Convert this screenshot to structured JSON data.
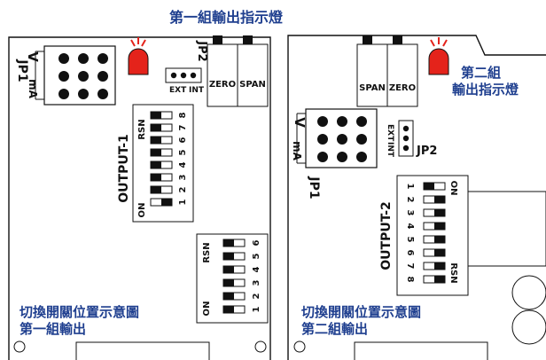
{
  "header": {
    "group1_title": "第一組輸出指示燈"
  },
  "board1": {
    "jp1_label": "JP1",
    "v_label": "V",
    "ma_label": "mA",
    "jp2_label": "JP2",
    "ext_label": "EXT",
    "int_label": "INT",
    "zero_label": "ZERO",
    "span_label": "SPAN",
    "output_label": "OUTPUT-1",
    "rsn_label": "RSN",
    "on_label": "ON",
    "dip8_numbers": [
      "8",
      "7",
      "6",
      "5",
      "4",
      "3",
      "2",
      "1"
    ],
    "dip6_numbers": [
      "6",
      "5",
      "4",
      "3",
      "2",
      "1"
    ],
    "caption_line1": "切換開關位置示意圖",
    "caption_line2": "第一組輸出"
  },
  "board2": {
    "led_caption_line1": "第二組",
    "led_caption_line2": "輸出指示燈",
    "span_label": "SPAN",
    "zero_label": "ZERO",
    "v_label": "V",
    "ma_label": "mA",
    "jp1_label": "JP1",
    "ext_label": "EXT",
    "int_label": "INT",
    "jp2_label": "JP2",
    "on_label": "ON",
    "rsn_label": "RSN",
    "output_label": "OUTPUT-2",
    "dip8_numbers": [
      "1",
      "2",
      "3",
      "4",
      "5",
      "6",
      "7",
      "8"
    ],
    "caption_line1": "切換開關位置示意圖",
    "caption_line2": "第二組輸出"
  },
  "colors": {
    "caption_blue": "#1f3f8f",
    "led_red": "#e4231b",
    "line_black": "#111111"
  }
}
